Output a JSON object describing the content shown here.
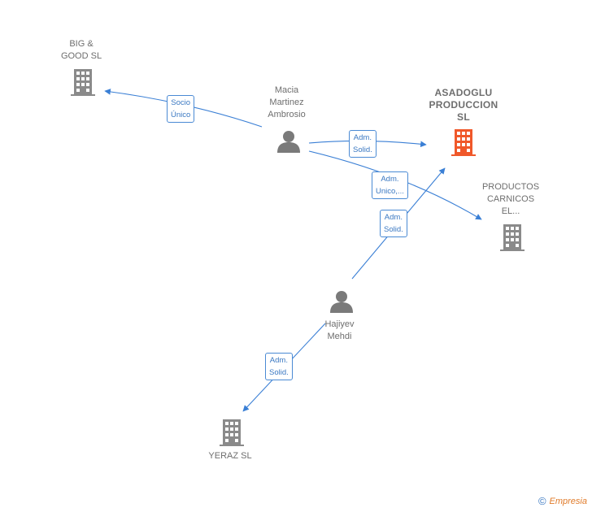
{
  "colors": {
    "edge": "#3a7fd5",
    "building": "#8a8a8a",
    "main_building": "#f0582a",
    "person": "#7a7a7a"
  },
  "nodes": {
    "big_good": {
      "label": "BIG &\nGOOD  SL",
      "icon": "building-icon"
    },
    "macia": {
      "label": "Macia\nMartinez\nAmbrosio",
      "icon": "person-icon"
    },
    "asadoglu": {
      "label": "ASADOGLU\nPRODUCCION\nSL",
      "icon": "building-icon"
    },
    "productos": {
      "label": "PRODUCTOS\nCARNICOS\nEL...",
      "icon": "building-icon"
    },
    "hajiyev": {
      "label": "Hajiyev\nMehdi",
      "icon": "person-icon"
    },
    "yeraz": {
      "label": "YERAZ  SL",
      "icon": "building-icon"
    }
  },
  "edges": {
    "macia_bigood": "Socio\nÚnico",
    "macia_asadoglu": "Adm.\nSolid.",
    "macia_productos": "Adm.\nUnico,...",
    "hajiyev_asadoglu": "Adm.\nSolid.",
    "hajiyev_yeraz": "Adm.\nSolid."
  },
  "footer": {
    "copyright": "©",
    "brand": "Empresia"
  }
}
